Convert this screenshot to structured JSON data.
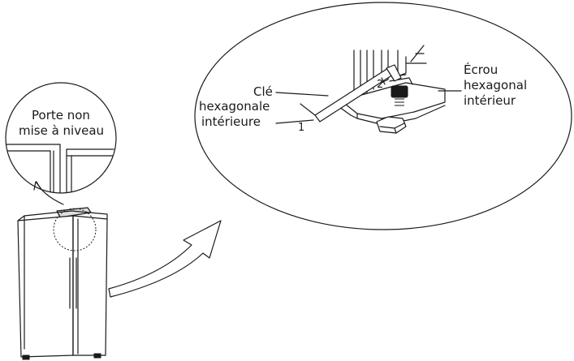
{
  "left_callout": {
    "line1": "Porte non",
    "line2": "mise à niveau"
  },
  "detail": {
    "key_label": [
      "Clé",
      "hexagonale",
      "intérieure"
    ],
    "nut_label": [
      "Écrou",
      "hexagonal",
      "intérieur"
    ],
    "marker_1": "1",
    "marker_2": "2"
  }
}
